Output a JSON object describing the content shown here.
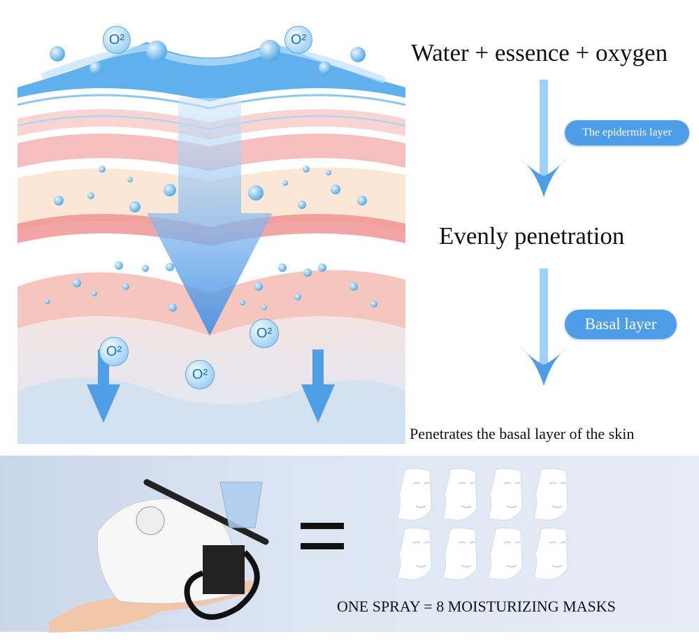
{
  "flow": {
    "step1": "Water + essence + oxygen",
    "label1": "The epidermis layer",
    "step2": "Evenly penetration",
    "label2": "Basal layer",
    "step3": "Penetrates the basal layer of the skin"
  },
  "diagram": {
    "oxygen_labels": [
      "O²",
      "O²",
      "O²",
      "O²",
      "O²"
    ]
  },
  "comparison": {
    "caption": "ONE SPRAY = 8 MOISTURIZING MASKS",
    "mask_count": 8
  },
  "colors": {
    "accent_blue": "#4d9de8",
    "arrow_blue": "#6fb2f0",
    "skin_pink": "#f4b7b0"
  }
}
